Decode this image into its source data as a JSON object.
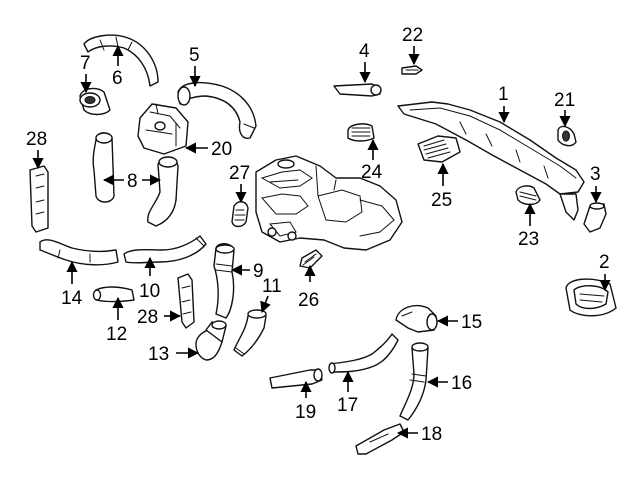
{
  "callouts": {
    "c1": "1",
    "c2": "2",
    "c3": "3",
    "c4": "4",
    "c5": "5",
    "c6": "6",
    "c7": "7",
    "c8": "8",
    "c9": "9",
    "c10": "10",
    "c11": "11",
    "c12": "12",
    "c13": "13",
    "c14": "14",
    "c15": "15",
    "c16": "16",
    "c17": "17",
    "c18": "18",
    "c19": "19",
    "c20": "20",
    "c21": "21",
    "c22": "22",
    "c23": "23",
    "c24": "24",
    "c25": "25",
    "c26": "26",
    "c27": "27",
    "c28a": "28",
    "c28b": "28"
  },
  "colors": {
    "line": "#111111",
    "background": "#ffffff",
    "shade": "#333333"
  }
}
